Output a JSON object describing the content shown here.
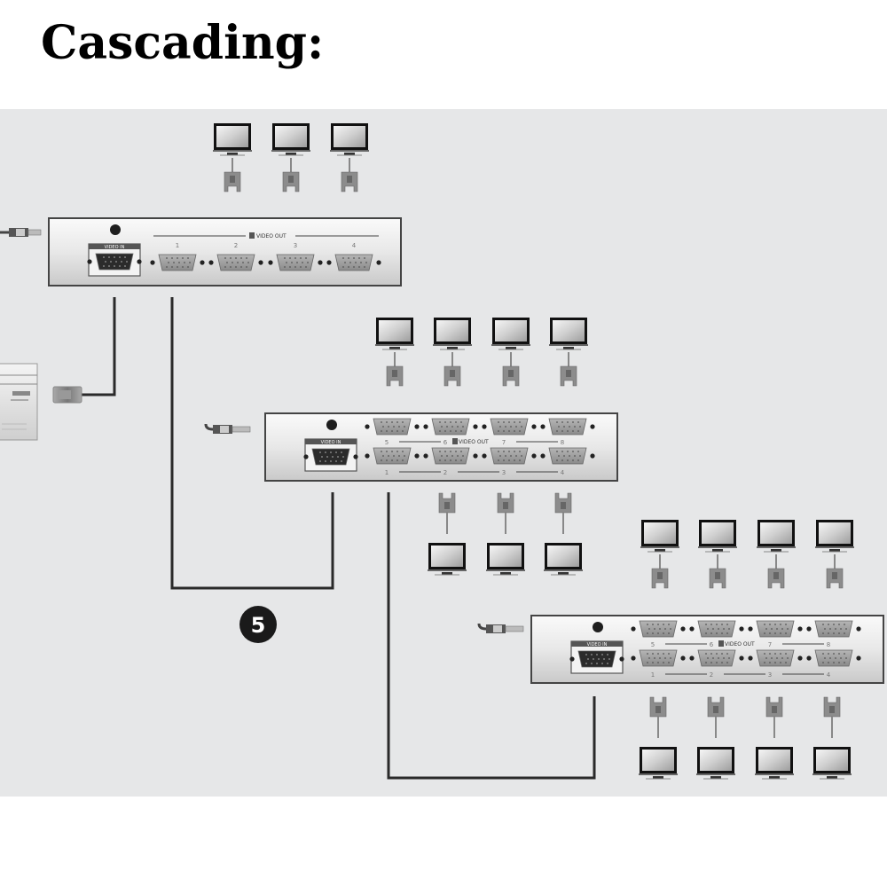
{
  "title": "Cascading:",
  "step_badge": "5",
  "colors": {
    "panel_bg": "#e6e7e8",
    "cable": "#2a2a2a",
    "device_border": "#444444",
    "badge_bg": "#1a1a1a",
    "badge_text": "#ffffff"
  },
  "devices": [
    {
      "name": "splitter-1",
      "video_in_label": "VIDEO IN",
      "video_out_label": "VIDEO OUT",
      "ports_top": [],
      "ports_bottom": [
        "1",
        "2",
        "3",
        "4"
      ]
    },
    {
      "name": "splitter-2",
      "video_in_label": "VIDEO IN",
      "video_out_label": "VIDEO OUT",
      "ports_top": [
        "5",
        "6",
        "7",
        "8"
      ],
      "ports_bottom": [
        "1",
        "2",
        "3",
        "4"
      ]
    },
    {
      "name": "splitter-3",
      "video_in_label": "VIDEO IN",
      "video_out_label": "VIDEO OUT",
      "ports_top": [
        "5",
        "6",
        "7",
        "8"
      ],
      "ports_bottom": [
        "1",
        "2",
        "3",
        "4"
      ]
    }
  ],
  "icons": {
    "monitor": "monitor-icon",
    "vga_connector": "vga-connector-icon",
    "power_adapter": "power-adapter-icon",
    "computer": "computer-tower-icon"
  }
}
